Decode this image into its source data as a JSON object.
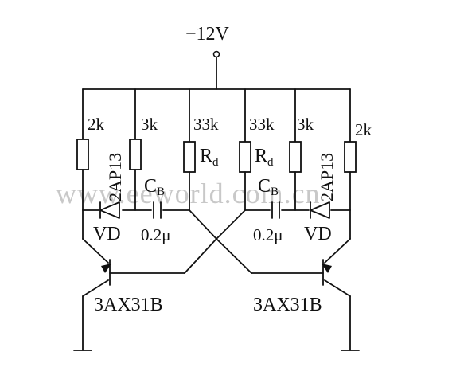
{
  "supply": {
    "label": "−12V"
  },
  "left": {
    "r_collector": "2k",
    "r_bias": "3k",
    "r_base": "33k",
    "r_base_name": "R",
    "r_base_sub": "d",
    "diode_part": "2AP13",
    "diode_name": "VD",
    "cap_name": "C",
    "cap_sub": "B",
    "cap_value": "0.2μ",
    "transistor": "3AX31B"
  },
  "right": {
    "r_collector": "2k",
    "r_bias": "3k",
    "r_base": "33k",
    "r_base_name": "R",
    "r_base_sub": "d",
    "diode_part": "2AP13",
    "diode_name": "VD",
    "cap_name": "C",
    "cap_sub": "B",
    "cap_value": "0.2μ",
    "transistor": "3AX31B"
  },
  "watermark": "www.eeworld.com.cn"
}
